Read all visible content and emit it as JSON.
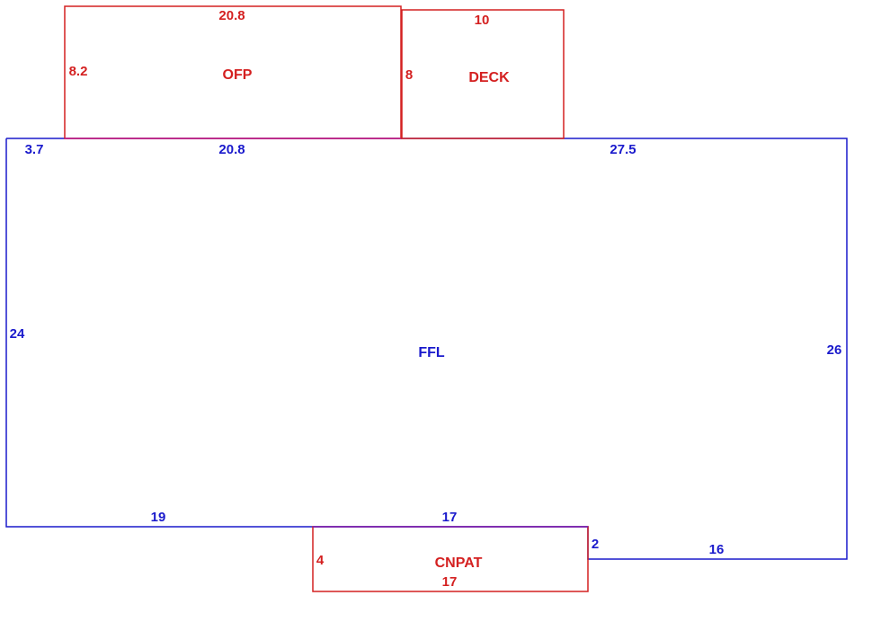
{
  "colors": {
    "main_structure": "#1a1acc",
    "additions": "#d42020"
  },
  "areas": {
    "ffl": {
      "label": "FFL",
      "dims": {
        "top_left_jog": "3.7",
        "top_mid": "20.8",
        "top_right": "27.5",
        "left": "24",
        "right": "26",
        "bottom_left": "19",
        "bottom_mid": "17",
        "step": "2",
        "bottom_right": "16"
      }
    },
    "ofp": {
      "label": "OFP",
      "dims": {
        "top": "20.8",
        "left": "8.2"
      }
    },
    "deck": {
      "label": "DECK",
      "dims": {
        "top": "10",
        "left": "8"
      }
    },
    "cnpat": {
      "label": "CNPAT",
      "dims": {
        "left": "4",
        "bottom": "17"
      }
    }
  }
}
